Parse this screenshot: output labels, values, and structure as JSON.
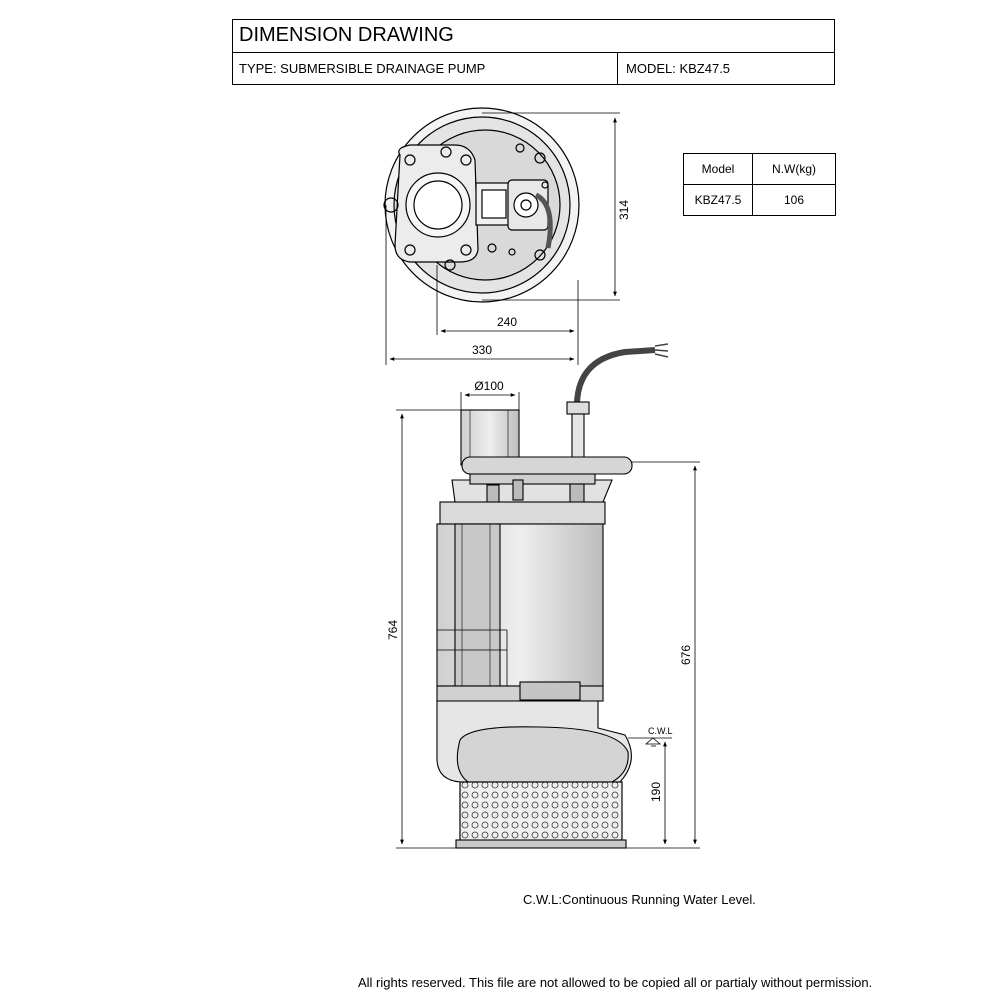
{
  "header": {
    "title": "DIMENSION DRAWING",
    "type_label": "TYPE: SUBMERSIBLE DRAINAGE PUMP",
    "model_label": "MODEL: KBZ47.5"
  },
  "spec_table": {
    "headers": [
      "Model",
      "N.W(kg)"
    ],
    "rows": [
      [
        "KBZ47.5",
        "106"
      ]
    ]
  },
  "dimensions": {
    "top_height": "314",
    "inner_width": "240",
    "outer_width": "330",
    "outlet_diameter": "Ø100",
    "total_height": "764",
    "outlet_height": "676",
    "cwl_label": "C.W.L",
    "cwl_height": "190"
  },
  "notes": {
    "cwl_definition": "C.W.L:Continuous Running Water  Level.",
    "copyright": "All rights reserved. This file are not allowed to be copied all or partialy without permission."
  }
}
